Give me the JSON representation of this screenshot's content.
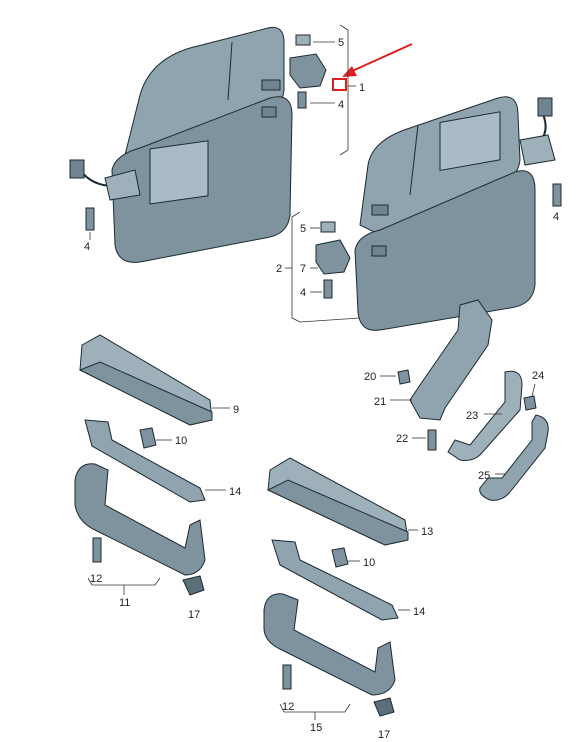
{
  "diagram": {
    "colors": {
      "part_fill": "#7e939e",
      "part_light": "#a9bbc5",
      "part_dark": "#5b6f7a",
      "outline": "#1c2a33",
      "highlight": "#e02020",
      "text": "#222222"
    },
    "callouts": {
      "c1": "1",
      "c2": "2",
      "c4a": "4",
      "c4b": "4",
      "c4c": "4",
      "c4d": "4",
      "c5a": "5",
      "c5b": "5",
      "c7": "7",
      "c9": "9",
      "c10a": "10",
      "c10b": "10",
      "c11": "11",
      "c12a": "12",
      "c12b": "12",
      "c13": "13",
      "c14a": "14",
      "c14b": "14",
      "c15": "15",
      "c17a": "17",
      "c17b": "17",
      "c20": "20",
      "c21": "21",
      "c22": "22",
      "c23": "23",
      "c24": "24",
      "c25": "25"
    }
  }
}
